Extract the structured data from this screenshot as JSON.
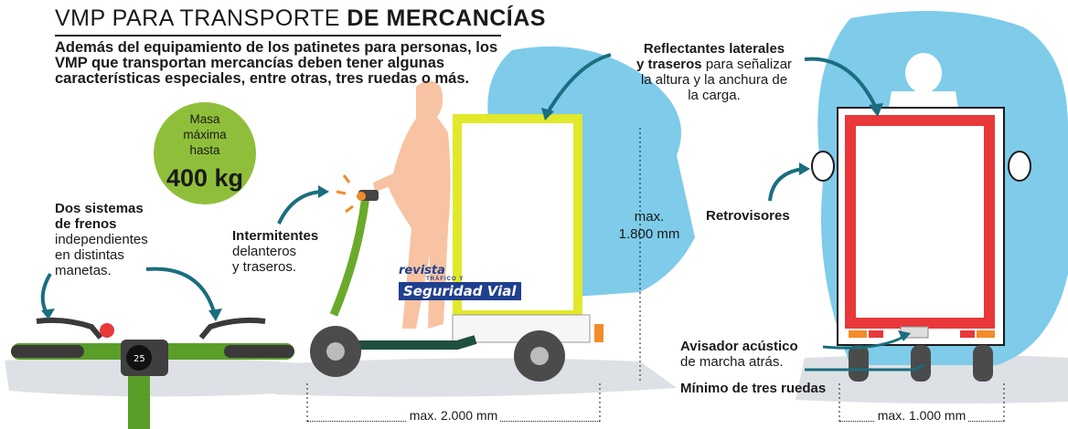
{
  "title": {
    "light": "VMP PARA TRANSPORTE ",
    "bold": "DE MERCANCÍAS"
  },
  "intro": "Además del equipamiento de los patinetes para personas, los VMP que transportan mercancías deben tener algunas características especiales, entre otras, tres ruedas o más.",
  "mass": {
    "line1": "Masa",
    "line2": "máxima",
    "line3": "hasta",
    "value": "400 kg"
  },
  "frenos": {
    "bold1": "Dos sistemas",
    "bold2": "de frenos",
    "line3": "independientes",
    "line4": "en distintas",
    "line5": "manetas."
  },
  "intermitentes": {
    "bold": "Intermitentes",
    "line2": "delanteros",
    "line3": "y traseros."
  },
  "reflectantes": {
    "bold1": "Reflectantes laterales",
    "bold2": "y traseros",
    "rest2": " para señalizar",
    "line3": "la altura y la anchura de",
    "line4": "la carga."
  },
  "height": {
    "line1": "max.",
    "line2": "1.800 mm"
  },
  "retrovisores": "Retrovisores",
  "avisador": {
    "bold": "Avisador acústico",
    "line2": "de marcha atrás."
  },
  "ruedas": "Mínimo de tres ruedas",
  "length": "max. 2.000 mm",
  "width": "max. 1.000 mm",
  "logo": {
    "top": "revista",
    "tiny": "TRÁFICO Y",
    "main": "Seguridad Vial"
  },
  "display": {
    "speed": "25"
  },
  "colors": {
    "blue": "#7ecbea",
    "green": "#8fbf3a",
    "yellow": "#e2e82a",
    "red": "#e8383a",
    "skin": "#f8c3a2",
    "teal": "#1a6e7f",
    "orange": "#f28c28"
  }
}
